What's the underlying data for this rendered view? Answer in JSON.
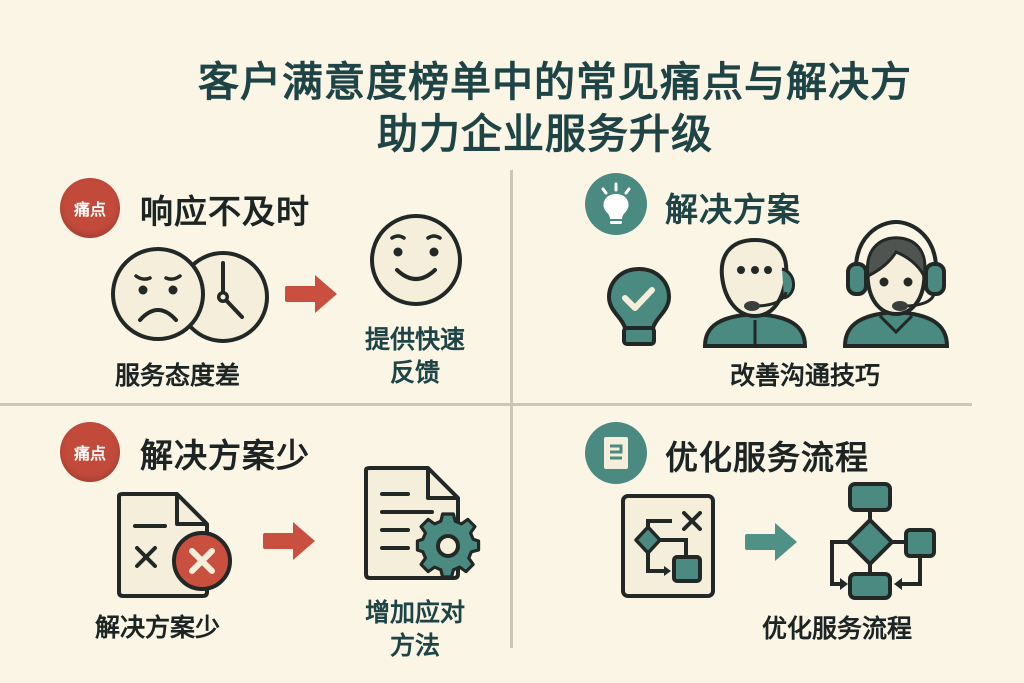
{
  "title": {
    "line1": "客户满意度榜单中的常见痛点与解决方",
    "line2": "助力企业服务升级"
  },
  "colors": {
    "background": "#fbf5e6",
    "title": "#1f4446",
    "pain_red": "#c24a3b",
    "solution_teal": "#4b8a80",
    "divider": "#cbc7b6",
    "stroke": "#222826"
  },
  "quadrants": {
    "top_left": {
      "badge": "痛点",
      "heading": "响应不及时",
      "icon_left": "sad-face-clock-icon",
      "icon_right": "smiley-face-icon",
      "label_left": "服务态度差",
      "label_right_line1": "提供快速",
      "label_right_line2": "反馈"
    },
    "top_right": {
      "badge_icon": "lightbulb-icon",
      "heading": "解决方案",
      "icons": [
        "lightbulb-check-icon",
        "agent-headset-icon",
        "agent-headset-icon"
      ],
      "label": "改善沟通技巧"
    },
    "bottom_left": {
      "badge": "痛点",
      "heading": "解决方案少",
      "icon_left": "document-error-icon",
      "icon_right": "document-gear-icon",
      "label_left": "解决方案少",
      "label_right_line1": "增加应对",
      "label_right_line2": "方法"
    },
    "bottom_right": {
      "badge_icon": "document-icon",
      "heading": "优化服务流程",
      "icon_left": "broken-flowchart-icon",
      "icon_right": "flowchart-icon",
      "label": "优化服务流程"
    }
  }
}
